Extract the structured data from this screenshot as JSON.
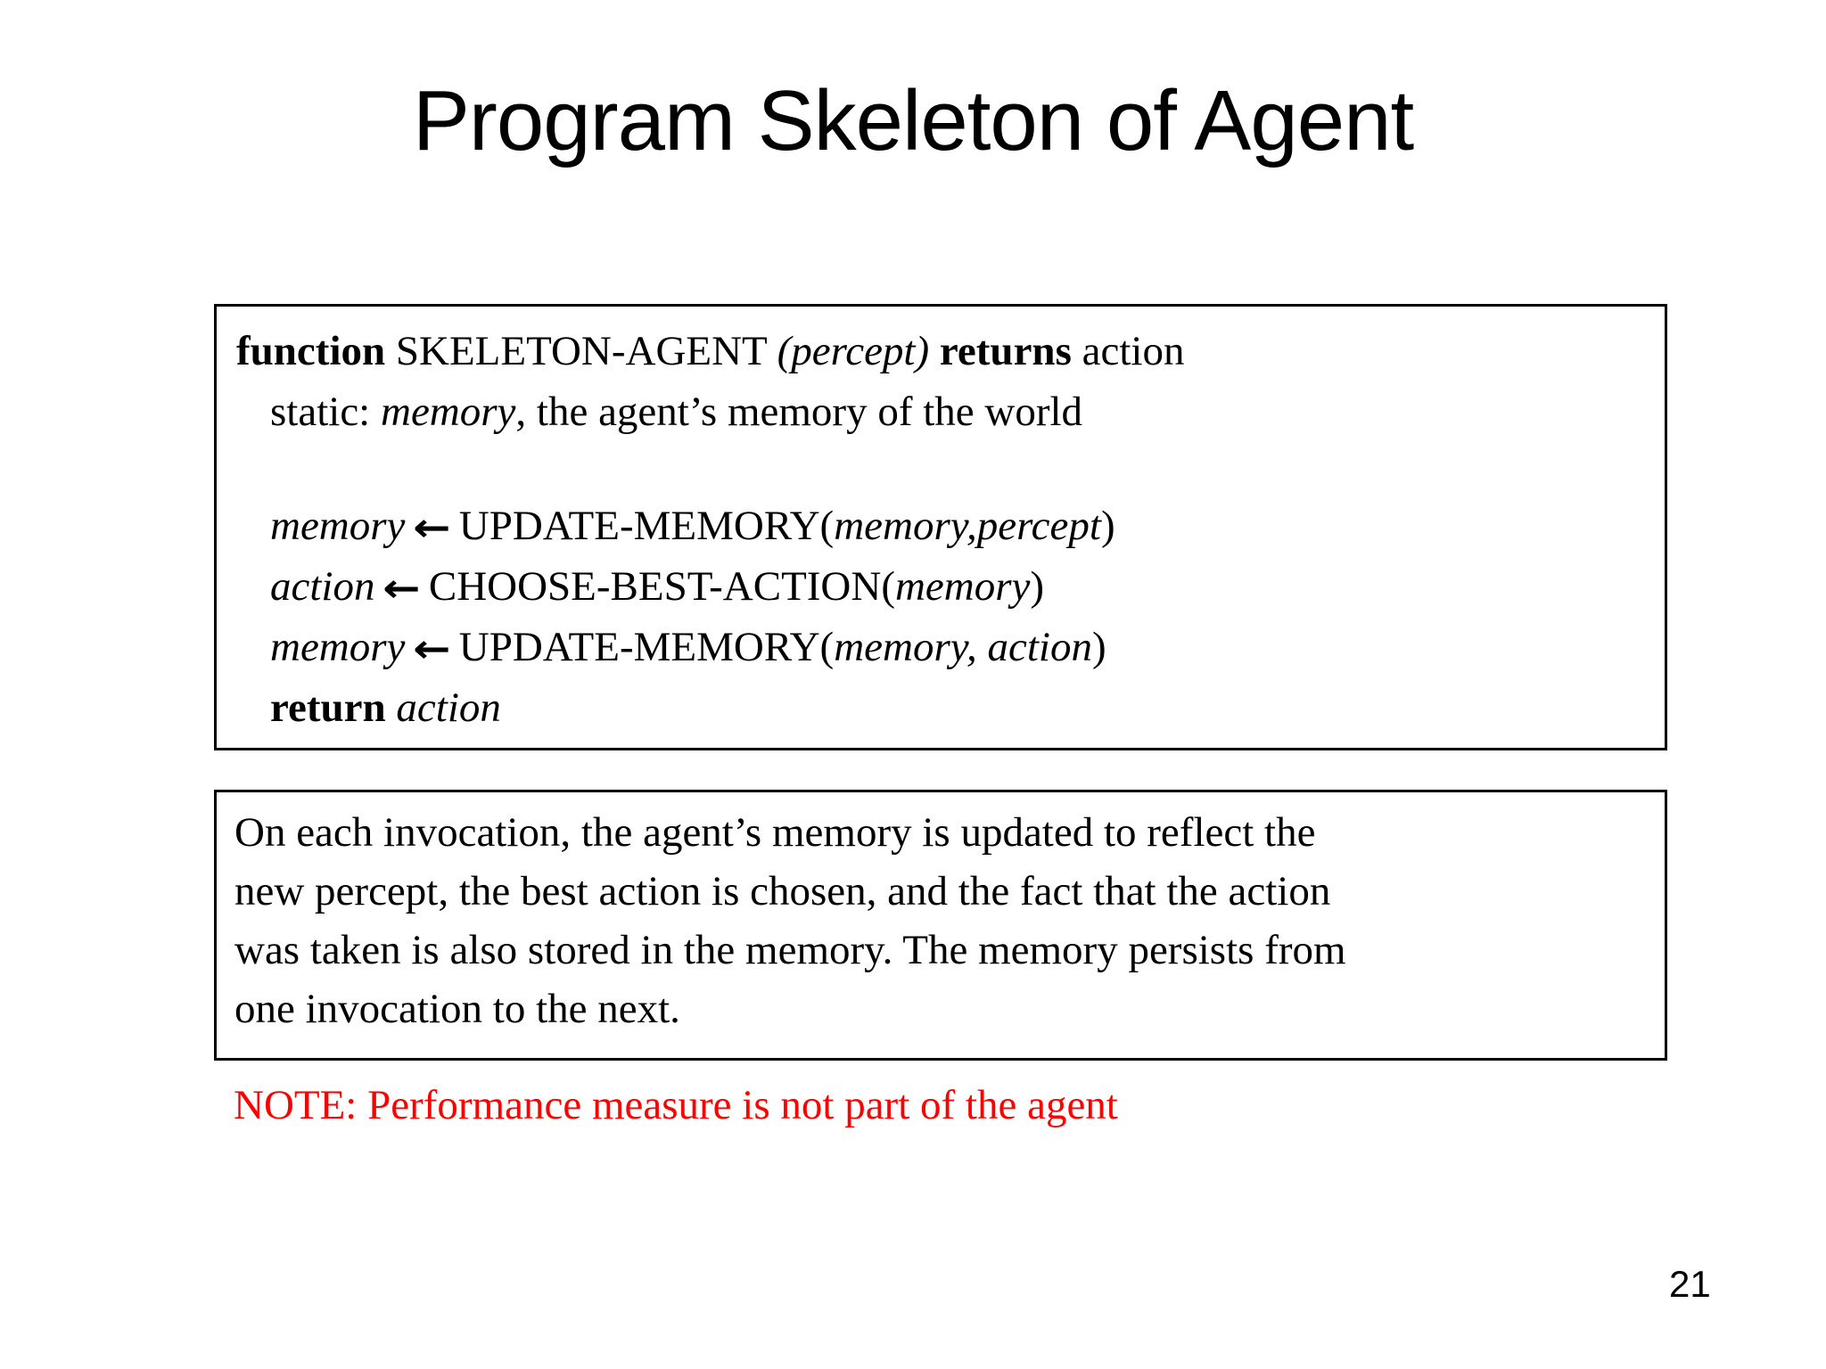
{
  "slide": {
    "title": "Program Skeleton of Agent",
    "page_number": "21",
    "note_color": "#FF0000",
    "text_color": "#000000",
    "background_color": "#FFFFFF",
    "border_color": "#000000"
  },
  "code_box": {
    "lines": [
      {
        "id": "signature",
        "segments": [
          {
            "text": "function ",
            "style": "bold"
          },
          {
            "text": "SKELETON-AGENT ",
            "style": "regular"
          },
          {
            "text": "(percept)",
            "style": "italic-parens"
          },
          {
            "text": " returns ",
            "style": "bold"
          },
          {
            "text": "action",
            "style": "regular"
          }
        ],
        "plain": "function SKELETON-AGENT (percept) returns action"
      },
      {
        "id": "static-decl",
        "segments": [
          {
            "text": "static: ",
            "style": "regular"
          },
          {
            "text": "memory",
            "style": "italic"
          },
          {
            "text": ", the agent’s memory of the world",
            "style": "regular"
          }
        ],
        "plain": "static: memory, the agent’s memory of the world"
      },
      {
        "id": "blank",
        "segments": [],
        "plain": ""
      },
      {
        "id": "update-memory-percept",
        "segments": [
          {
            "text": "memory",
            "style": "italic"
          },
          {
            "text": "←",
            "style": "arrow"
          },
          {
            "text": "UPDATE-MEMORY(",
            "style": "regular"
          },
          {
            "text": "memory,percept",
            "style": "italic"
          },
          {
            "text": ")",
            "style": "regular"
          }
        ],
        "plain": "memory ← UPDATE-MEMORY(memory,percept)"
      },
      {
        "id": "choose-best-action",
        "segments": [
          {
            "text": "action",
            "style": "italic"
          },
          {
            "text": "←",
            "style": "arrow"
          },
          {
            "text": "CHOOSE-BEST-ACTION(",
            "style": "regular"
          },
          {
            "text": "memory",
            "style": "italic"
          },
          {
            "text": ")",
            "style": "regular"
          }
        ],
        "plain": "action ← CHOOSE-BEST-ACTION(memory)"
      },
      {
        "id": "update-memory-action",
        "segments": [
          {
            "text": "memory",
            "style": "italic"
          },
          {
            "text": "←",
            "style": "arrow"
          },
          {
            "text": "UPDATE-MEMORY(",
            "style": "regular"
          },
          {
            "text": "memory, action",
            "style": "italic"
          },
          {
            "text": ")",
            "style": "regular"
          }
        ],
        "plain": "memory ← UPDATE-MEMORY(memory, action)"
      },
      {
        "id": "return",
        "segments": [
          {
            "text": "return ",
            "style": "bold"
          },
          {
            "text": "action",
            "style": "italic"
          }
        ],
        "plain": "return action"
      }
    ],
    "text_fragments": {
      "fn_keyword": "function",
      "fn_name": "SKELETON-AGENT",
      "fn_param": "(percept)",
      "returns_keyword": "returns",
      "returns_value": "action",
      "static_keyword": "static:",
      "static_var": "memory",
      "static_desc": ", the agent’s memory of the world",
      "l1_lhs": "memory",
      "l1_call": "UPDATE-MEMORY(",
      "l1_args": "memory,percept",
      "l2_lhs": "action",
      "l2_call": "CHOOSE-BEST-ACTION(",
      "l2_args": "memory",
      "l3_lhs": "memory",
      "l3_call": "UPDATE-MEMORY(",
      "l3_args": "memory, action",
      "close_paren": ")",
      "arrow_glyph": "←",
      "return_keyword": "return",
      "return_value": "action"
    }
  },
  "prose_box": {
    "paragraph": "On each invocation, the agent’s memory is updated to reflect the new percept, the best action is chosen, and the fact that the action was taken is also stored in the memory.  The memory persists from one invocation to the next.",
    "lines": [
      "On each invocation, the agent’s memory is updated to reflect the",
      "new percept, the best action is chosen, and the fact that the action",
      "was taken is also stored in the memory.  The memory persists from",
      "one invocation to the next."
    ]
  },
  "note": {
    "text": "NOTE: Performance measure is not part of the agent"
  }
}
